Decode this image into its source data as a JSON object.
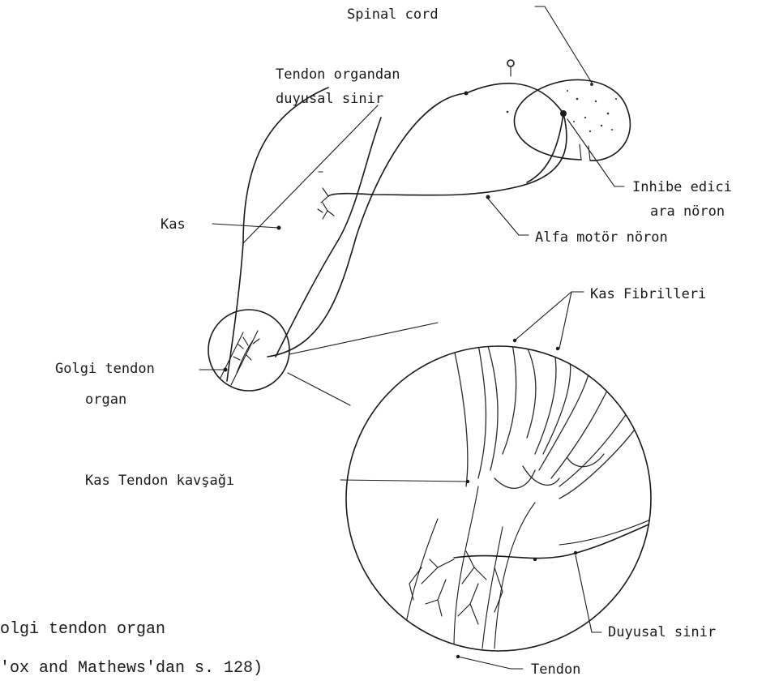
{
  "labels": {
    "spinal_cord": "Spinal cord",
    "tendon_nerve_line1": "Tendon organdan",
    "tendon_nerve_line2": "duyusal sinir",
    "inhibitory_line1": "Inhibe edici",
    "inhibitory_line2": "ara nöron",
    "alpha_motor": "Alfa motör nöron",
    "muscle": "Kas",
    "muscle_fibrils": "Kas Fibrilleri",
    "golgi_line1": "Golgi tendon",
    "golgi_line2": "organ",
    "junction": "Kas Tendon kavşağı",
    "sensory_nerve": "Duyusal sinir",
    "tendon": "Tendon"
  },
  "caption": {
    "line1": "olgi tendon organ",
    "line2": "'ox and Mathews'dan s. 128)"
  }
}
